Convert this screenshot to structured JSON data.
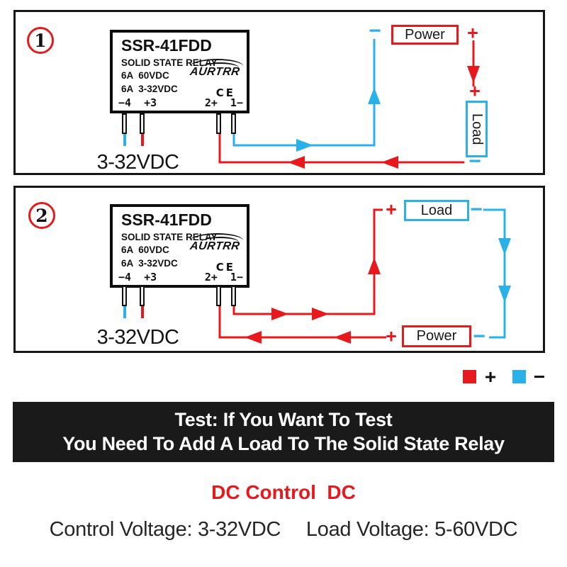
{
  "colors": {
    "red": "#e8191d",
    "blue": "#2ab2e8",
    "banner_bg": "#1a1a1a"
  },
  "symbols": {
    "plus": "+",
    "minus": "−"
  },
  "relay": {
    "model": "SSR-41FDD",
    "type": "SOLID STATE RELAY",
    "spec_load": "6A  60VDC",
    "spec_control": "6A  3-32VDC",
    "brand": "AURTRR",
    "ce_mark": "CE",
    "terminals_input": "−4  +3",
    "terminals_output": "2+  1−",
    "control_voltage_label": "3-32VDC"
  },
  "panel1": {
    "number": "1",
    "power_label": "Power",
    "load_label": "Load"
  },
  "panel2": {
    "number": "2",
    "power_label": "Power",
    "load_label": "Load"
  },
  "legend": {
    "plus": "+",
    "minus": "−"
  },
  "banner": {
    "line1": "Test: If You Want To Test",
    "line2": "You Need To Add A Load To The Solid State Relay"
  },
  "footer": {
    "heading": "DC Control  DC",
    "control_spec": "Control Voltage: 3-32VDC",
    "load_spec": "Load Voltage: 5-60VDC"
  }
}
